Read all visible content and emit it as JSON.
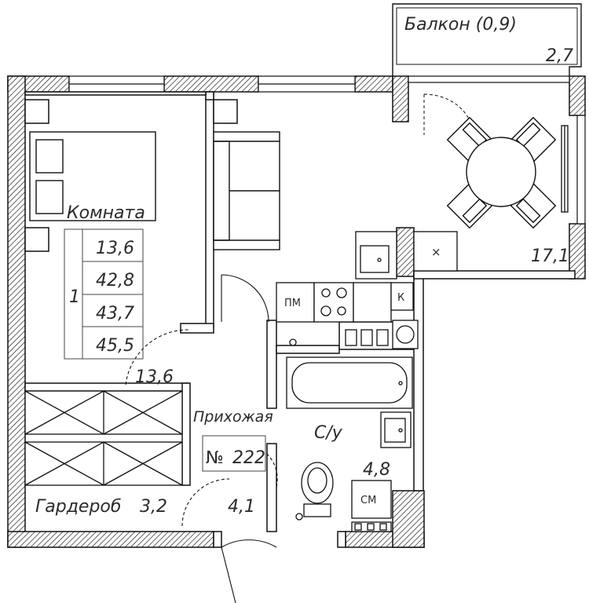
{
  "rooms": {
    "balcony": {
      "name": "Балкон (0,9)",
      "area": "2,7"
    },
    "kitchen_living": {
      "area": "17,1"
    },
    "room": {
      "name": "Комната",
      "area": "13,6"
    },
    "hall": {
      "name": "Прихожая",
      "area": "4,1"
    },
    "bathroom": {
      "name": "С/у",
      "area": "4,8"
    },
    "wardrobe": {
      "name": "Гардероб",
      "area": "3,2"
    }
  },
  "summary": {
    "rooms_count": "1",
    "values": [
      "13,6",
      "42,8",
      "43,7",
      "45,5"
    ]
  },
  "apartment": {
    "number_prefix": "№",
    "number": "222"
  },
  "appliances": {
    "dishwasher": "ПМ",
    "boiler": "К",
    "washing_machine": "СМ",
    "fridge": "×"
  },
  "colors": {
    "wall": "#ffffff",
    "line": "#1a1a1a",
    "text": "#2b2b2b"
  }
}
